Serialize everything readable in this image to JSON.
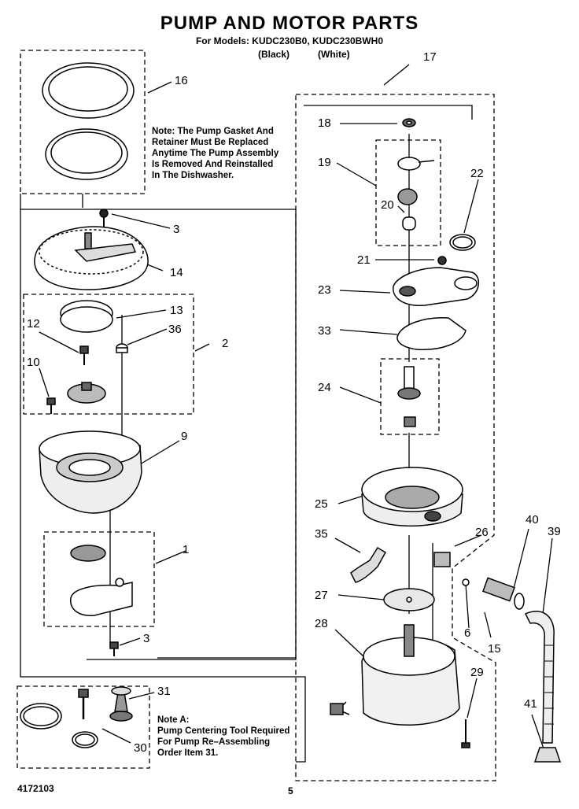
{
  "header": {
    "title": "PUMP AND MOTOR PARTS",
    "models": "For Models: KUDC230B0, KUDC230BWH0",
    "variant_black": "(Black)",
    "variant_white": "(White)"
  },
  "notes": {
    "gasket_lines": [
      "Note: The Pump Gasket And",
      "Retainer Must Be Replaced",
      "Anytime The Pump Assembly",
      "Is Removed And Reinstalled",
      "In The Dishwasher."
    ],
    "tool_lines": [
      "Note A:",
      "Pump Centering Tool Required",
      "For Pump Re–Assembling",
      "Order Item 31."
    ]
  },
  "callouts": {
    "c16": "16",
    "c17": "17",
    "c18": "18",
    "c19": "19",
    "c20": "20",
    "c22": "22",
    "c3a": "3",
    "c14": "14",
    "c21": "21",
    "c23": "23",
    "c13": "13",
    "c33": "33",
    "c12": "12",
    "c36": "36",
    "c2": "2",
    "c10": "10",
    "c24": "24",
    "c9": "9",
    "c25": "25",
    "c40": "40",
    "c39": "39",
    "c35": "35",
    "c26": "26",
    "c1": "1",
    "c27": "27",
    "c6": "6",
    "c15": "15",
    "c3b": "3",
    "c28": "28",
    "c29": "29",
    "c31": "31",
    "c41": "41",
    "c30": "30"
  },
  "footer": {
    "doc_number": "4172103",
    "page": "5"
  }
}
